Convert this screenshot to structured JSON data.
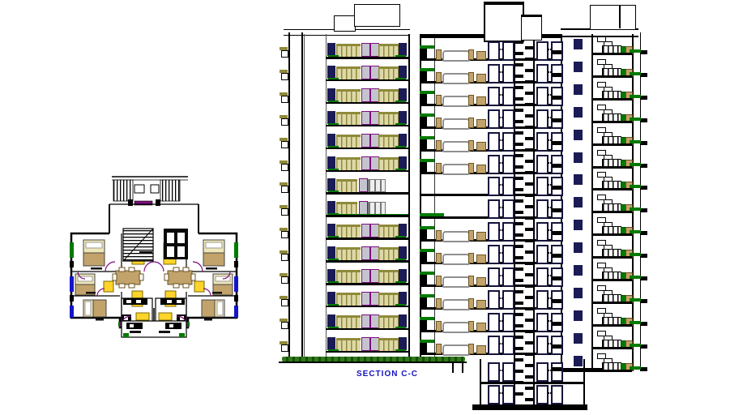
{
  "title": {
    "label": "SECTION C-C"
  },
  "drawing": {
    "plan_name": "typical-floor-plan",
    "section_name": "building-section-c-c",
    "units_in_plan": 2
  },
  "palette": {
    "ink": "#000000",
    "navy": "#1b1b55",
    "purple": "#7d0d7d",
    "green": "#007a00",
    "grass": "#2f7a17",
    "grass_dark": "#174f0c",
    "tan": "#c2a36b",
    "tan_dark": "#6b5322",
    "gray": "#8f8f8f",
    "khaki_fill": "#ded8a8",
    "khaki_bar": "#8f8a3a",
    "yellow": "#ffd42a",
    "bed_fill": "#efe6b8",
    "blue": "#1414c8",
    "title_blue": "#1212bd",
    "pane_fill": "#c4c4cf"
  },
  "section": {
    "front_tower": {
      "floors": 14,
      "special_floors": [
        6,
        7
      ]
    },
    "mid_tower": {
      "floors": 14,
      "open_floors": [
        6,
        7
      ],
      "basement_floors": 2
    },
    "rear_tower": {
      "floors": 15
    },
    "stair_steps": 64,
    "level_ticks": 14
  }
}
